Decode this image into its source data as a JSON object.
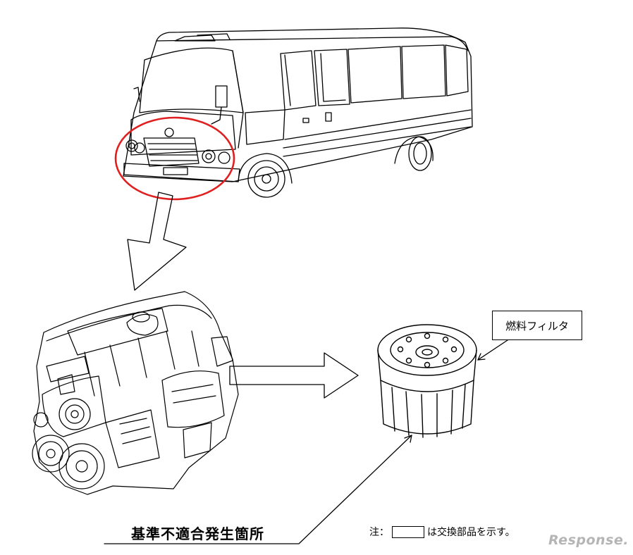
{
  "parts_label": "燃料フィルタ",
  "defect_caption": "基準不適合発生箇所",
  "note": {
    "prefix": "注：",
    "suffix": "は交換部品を示す。"
  },
  "watermark": "Response.",
  "colors": {
    "highlight_circle": "#e02020",
    "line": "#000000",
    "watermark": "#b5b5b5"
  }
}
